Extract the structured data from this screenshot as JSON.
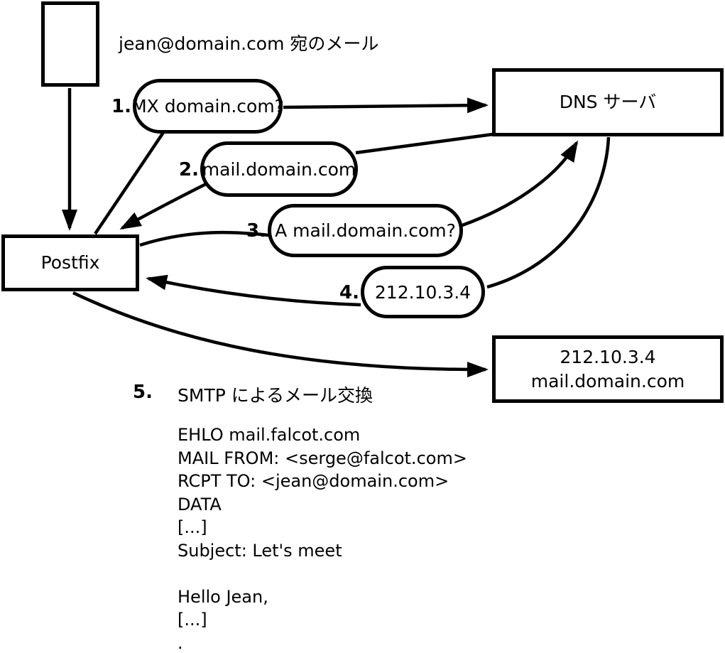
{
  "canvas": {
    "background": "#ffffff",
    "line_color": "#000000"
  },
  "header": {
    "mail_label": "jean@domain.com 宛のメール"
  },
  "nodes": {
    "postfix": {
      "label": "Postfix"
    },
    "dns": {
      "label": "DNS サーバ"
    },
    "mailserver": {
      "line1": "212.10.3.4",
      "line2": "mail.domain.com"
    }
  },
  "steps": [
    {
      "num": "1.",
      "label": "MX domain.com?"
    },
    {
      "num": "2.",
      "label": "mail.domain.com"
    },
    {
      "num": "3.",
      "label": "A mail.domain.com?"
    },
    {
      "num": "4.",
      "label": "212.10.3.4"
    },
    {
      "num": "5.",
      "label": "SMTP によるメール交換"
    }
  ],
  "smtp_session": {
    "lines": [
      "EHLO mail.falcot.com",
      "MAIL FROM: <serge@falcot.com>",
      "RCPT TO: <jean@domain.com>",
      "DATA",
      "[...]",
      "Subject: Let's meet",
      "",
      "Hello Jean,",
      "[...]",
      "."
    ]
  }
}
